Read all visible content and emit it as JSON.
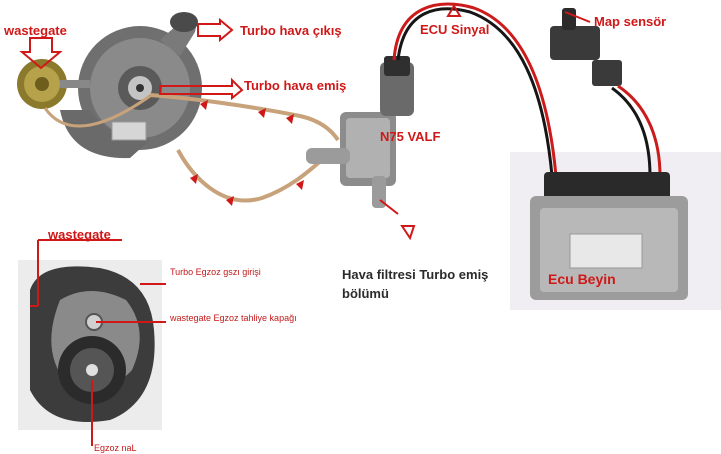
{
  "labels": {
    "wastegate_top": "wastegate",
    "turbo_air_out": "Turbo hava çıkış",
    "turbo_air_in": "Turbo hava emiş",
    "ecu_signal": "ECU Sinyal",
    "map_sensor": "Map sensör",
    "n75_valve": "N75 VALF",
    "wastegate_mid": "wastegate",
    "air_filter_line1": "Hava filtresi Turbo emiş",
    "air_filter_line2": "bölümü",
    "ecu_brain": "Ecu Beyin",
    "turbo_exhaust_inlet": "Turbo Egzoz gszı girişi",
    "wastegate_exhaust_cover": "wastegate Egzoz tahliye kapağı",
    "exhaust_pipe": "Egzoz naL"
  },
  "colors": {
    "annotation_red": "#d01818",
    "wire_red": "#cc1b1b",
    "wire_black": "#161616",
    "hose": "#c8a27a",
    "ecu_panel": "#f0eef3"
  },
  "icons": {
    "turbo": "turbocharger-illustration",
    "n75": "n75-valve-illustration",
    "map": "map-sensor-illustration",
    "ecu": "ecu-unit-illustration",
    "housing": "turbine-housing-photo"
  }
}
